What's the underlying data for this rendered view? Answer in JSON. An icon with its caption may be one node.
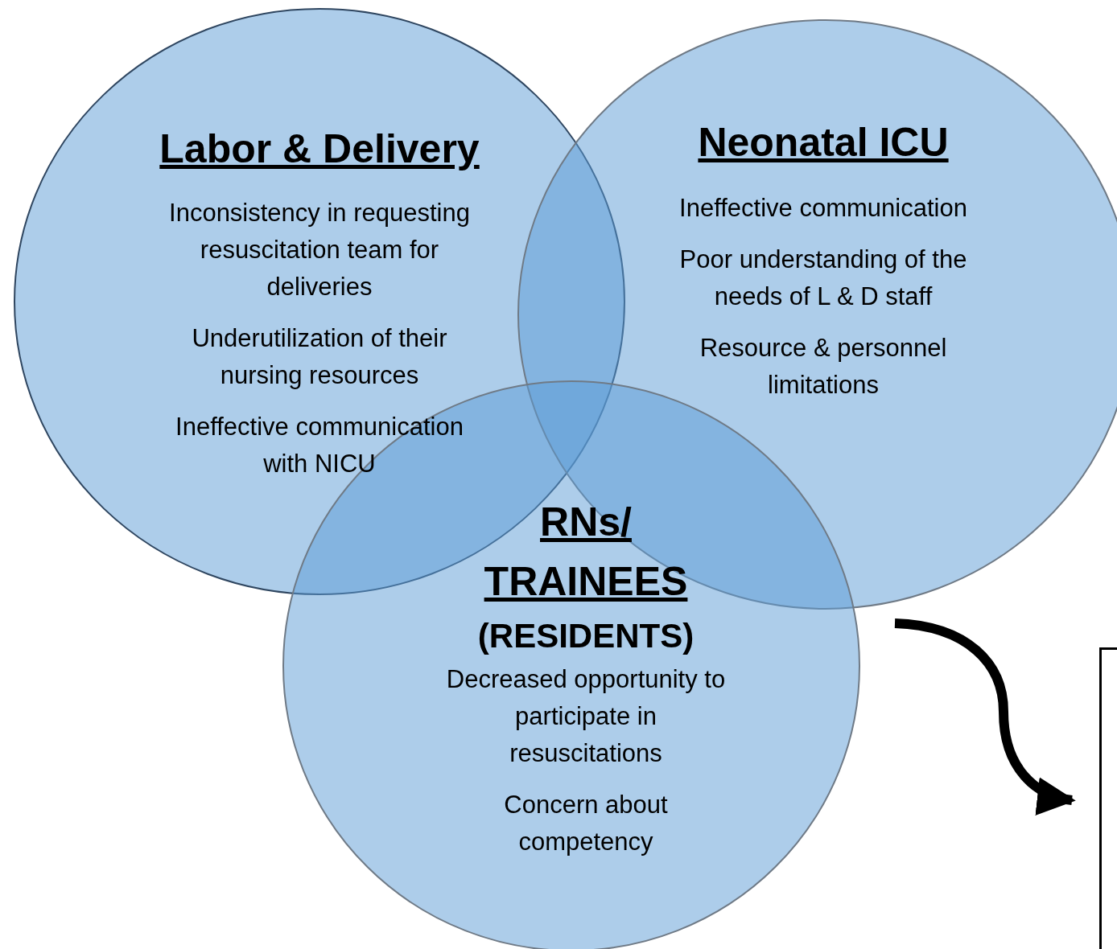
{
  "diagram": {
    "nodes": [
      {
        "text": [
          "Labor & Delivery",
          "Inconsistency in requesting resuscitation team for deliveries",
          "Underutilization of their nursing resources",
          "Ineffective communication with NICU"
        ]
      },
      {
        "text": [
          "Neonatal ICU",
          "Ineffective communication",
          "Poor understanding of the needs of L & D staff",
          "Resource & personnel limitations"
        ]
      },
      {
        "text": [
          "RNs/ TRAINEES",
          "(RESIDENTS)",
          "Decreased opportunity to participate in resuscitations",
          "Concern about competency"
        ]
      },
      {
        "text": [],
        "shape": "box"
      }
    ],
    "edges": [
      {
        "from": null,
        "to": 3,
        "arrow": "to"
      }
    ]
  }
}
